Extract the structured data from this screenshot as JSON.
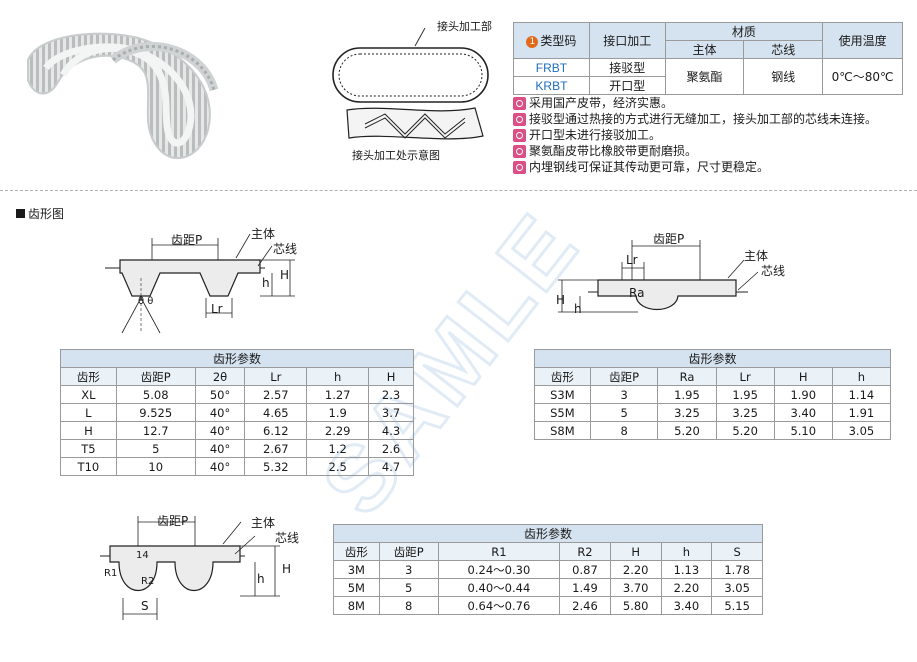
{
  "top": {
    "joint_label": "接头加工部",
    "joint_diagram_caption": "接头加工处示意图",
    "spec_table": {
      "badge": "1",
      "col_type_code": "类型码",
      "col_joint": "接口加工",
      "col_material": "材质",
      "col_body": "主体",
      "col_core": "芯线",
      "col_temp": "使用温度",
      "rows": [
        {
          "code": "FRBT",
          "joint": "接驳型"
        },
        {
          "code": "KRBT",
          "joint": "开口型"
        }
      ],
      "body_value": "聚氨酯",
      "core_value": "钢线",
      "temp_value": "0℃～80℃"
    },
    "features": [
      "采用国产皮带，经济实惠。",
      "接驳型通过热接的方式进行无缝加工，接头加工部的芯线未连接。",
      "开口型未进行接驳加工。",
      "聚氨酯皮带比橡胶带更耐磨损。",
      "内埋钢线可保证其传动更可靠，尺寸更稳定。"
    ]
  },
  "section_title": "齿形图",
  "diagram_labels": {
    "pitch": "齿距P",
    "body": "主体",
    "core": "芯线",
    "lr": "Lr",
    "h": "h",
    "H": "H",
    "theta": "θ θ",
    "ra": "Ra",
    "r1": "R1",
    "r2": "R2",
    "s": "S",
    "fourteen": "14"
  },
  "table1": {
    "title": "齿形参数",
    "headers": [
      "齿形",
      "齿距P",
      "2θ",
      "Lr",
      "h",
      "H"
    ],
    "rows": [
      [
        "XL",
        "5.08",
        "50°",
        "2.57",
        "1.27",
        "2.3"
      ],
      [
        "L",
        "9.525",
        "40°",
        "4.65",
        "1.9",
        "3.7"
      ],
      [
        "H",
        "12.7",
        "40°",
        "6.12",
        "2.29",
        "4.3"
      ],
      [
        "T5",
        "5",
        "40°",
        "2.67",
        "1.2",
        "2.6"
      ],
      [
        "T10",
        "10",
        "40°",
        "5.32",
        "2.5",
        "4.7"
      ]
    ]
  },
  "table2": {
    "title": "齿形参数",
    "headers": [
      "齿形",
      "齿距P",
      "Ra",
      "Lr",
      "H",
      "h"
    ],
    "rows": [
      [
        "S3M",
        "3",
        "1.95",
        "1.95",
        "1.90",
        "1.14"
      ],
      [
        "S5M",
        "5",
        "3.25",
        "3.25",
        "3.40",
        "1.91"
      ],
      [
        "S8M",
        "8",
        "5.20",
        "5.20",
        "5.10",
        "3.05"
      ]
    ]
  },
  "table3": {
    "title": "齿形参数",
    "headers": [
      "齿形",
      "齿距P",
      "R1",
      "R2",
      "H",
      "h",
      "S"
    ],
    "rows": [
      [
        "3M",
        "3",
        "0.24～0.30",
        "0.87",
        "2.20",
        "1.13",
        "1.78"
      ],
      [
        "5M",
        "5",
        "0.40～0.44",
        "1.49",
        "3.70",
        "2.20",
        "3.05"
      ],
      [
        "8M",
        "8",
        "0.64～0.76",
        "2.46",
        "5.80",
        "3.40",
        "5.15"
      ]
    ]
  },
  "watermark": "SAMLE"
}
